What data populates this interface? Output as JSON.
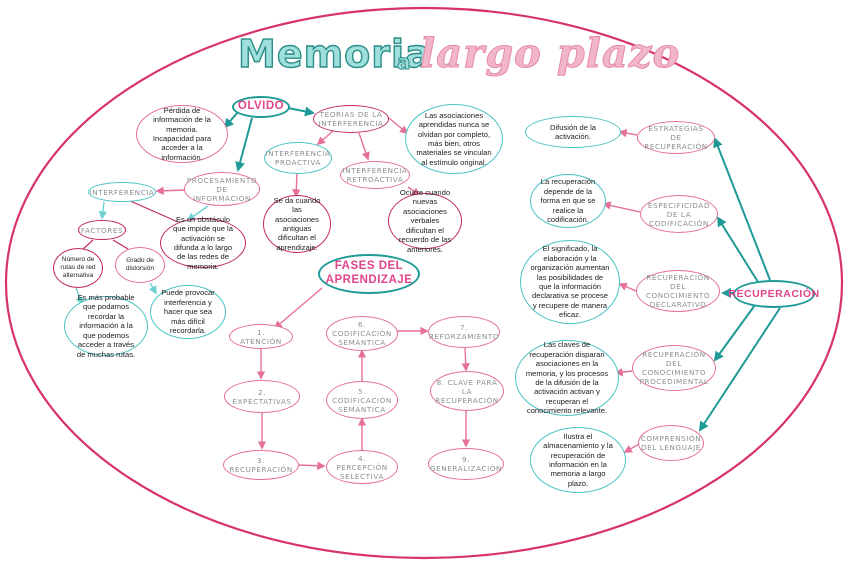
{
  "title": {
    "part1": "Memoria",
    "part2": "a",
    "part3": "largo plazo"
  },
  "nodes": {
    "olvido": "OLVIDO",
    "olvido_def": "Pérdida de información de la memoria. Incapacidad para acceder a la información.",
    "teorias": "TEORÍAS DE LA INTERFERENCIA",
    "teorias_desc": "Las asociaciones aprendidas nunca se olvidan por completo, más bien, otros materiales se vinculan al estímulo original.",
    "proactiva": "INTERFERENCIA PROACTIVA",
    "proactiva_desc": "Se da cuando las asociaciones antiguas dificultan el aprendizaje.",
    "retroactiva": "INTERFERENCIA RETROACTIVA",
    "retroactiva_desc": "Ocurre cuando nuevas asociaciones verbales dificultan el recuerdo de las anteriores.",
    "procesamiento": "PROCESAMIENTO DE INFORMACIÓN",
    "interferencia": "INTERFERENCIA",
    "interferencia_desc": "Es un obstáculo que impide que la activación se difunda a lo largo de las redes de memoria.",
    "factores": "FACTORES",
    "numero_rutas": "Número de rutas de red alternativa",
    "grado_distorsion": "Grado de distorsión",
    "numero_rutas_desc": "Es más probable que podamos recordar la información a la que podemos acceder a través de muchas rutas.",
    "grado_distorsion_desc": "Puede provocar interferencia y hacer que sea más difícil recordarla.",
    "fases": "FASES DEL APRENDIZAJE",
    "f1": "1. ATENCIÓN",
    "f2": "2. EXPECTATIVAS",
    "f3": "3. RECUPERACIÓN",
    "f4": "4. PERCEPCIÓN SELECTIVA",
    "f5": "5. CODIFICACIÓN SEMÁNTICA",
    "f6": "6. CODIFICACIÓN SEMÁNTICA",
    "f7": "7. REFORZAMIENTO",
    "f8": "8. CLAVE PARA LA RECUPERACIÓN",
    "f9": "9. GENERALIZACIÓN",
    "recuperacion": "RECUPERACIÓN",
    "estrategias": "ESTRATEGIAS DE RECUPERACIÓN",
    "estrategias_desc": "Difusión de la activación.",
    "especificidad": "ESPECIFICIDAD DE LA CODIFICACIÓN",
    "especificidad_desc": "La recuperación depende de la forma en que se realice la codificación.",
    "declarativo": "RECUPERACIÓN DEL CONOCIMIENTO DECLARATIVO",
    "declarativo_desc": "El significado, la elaboración y la organización aumentan las posibilidades de que la información declarativa se procese y recupere de manera eficaz.",
    "procedimental": "RECUPERACIÓN DEL CONOCIMIENTO PROCEDIMENTAL",
    "procedimental_desc": "Las claves de recuperación disparan asociaciones en la memoria, y los procesos de la difusión de la activación activan y recuperan el conocimiento relevante.",
    "comprension": "COMPRENSIÓN DEL LENGUAJE",
    "comprension_desc": "Ilustra el almacenamiento y la recuperación de información en la memoria a largo plazo."
  },
  "colors": {
    "pink": "#e5709b",
    "dark_pink": "#c22a63",
    "teal": "#4cc4c4",
    "dark_teal": "#1f9a96",
    "border": "#d8326e"
  }
}
